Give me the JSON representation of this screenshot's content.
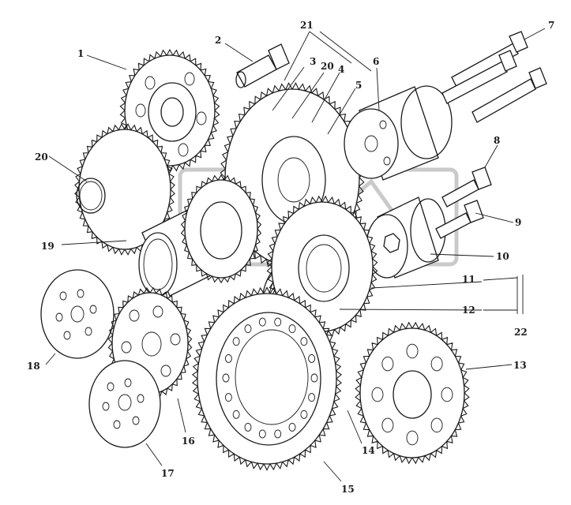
{
  "diagram": {
    "callouts": {
      "c1": "1",
      "c2": "2",
      "c3": "3",
      "c4": "4",
      "c5": "5",
      "c6": "6",
      "c7": "7",
      "c8": "8",
      "c9": "9",
      "c10": "10",
      "c11": "11",
      "c12": "12",
      "c13": "13",
      "c14": "14",
      "c15": "15",
      "c16": "16",
      "c17": "17",
      "c18": "18",
      "c19": "19",
      "c20a": "20",
      "c20b": "20",
      "c21": "21",
      "c22": "22"
    },
    "colors": {
      "ink": "#1a1a1a",
      "paper": "#ffffff",
      "watermark": "#b8b8b8"
    }
  }
}
